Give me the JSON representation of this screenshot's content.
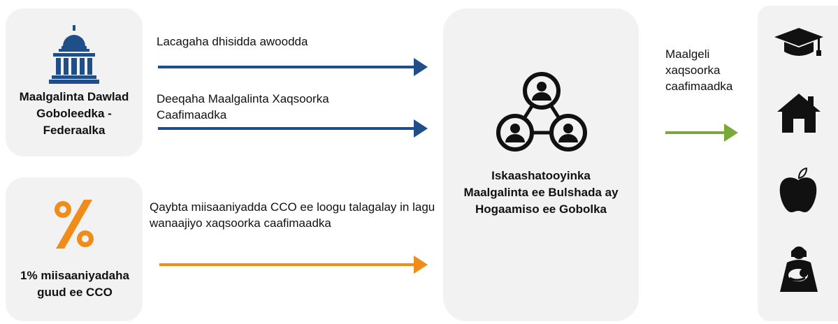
{
  "funders": {
    "federal": {
      "label": "Maalgalinta Dawlad Goboleedka - Federaalka",
      "icon": "capitol-building-icon",
      "color": "#1f4e89"
    },
    "cco": {
      "label": "1% miisaaniyadaha guud ee CCO",
      "icon": "percent-icon",
      "color": "#f08c1a"
    }
  },
  "flows": {
    "lacagaha": {
      "label": "Lacagaha dhisidda awoodda",
      "color": "#1f4e89"
    },
    "deeqaha": {
      "label": "Deeqaha Maalgalinta Xaqsoorka Caafimaadka",
      "color": "#1f4e89"
    },
    "qaybta": {
      "label": "Qaybta miisaaniyadda CCO ee loogu talagalay in lagu wanaajiyo xaqsoorka caafimaadka",
      "color": "#f08c1a"
    },
    "maalgeli": {
      "label": "Maalgeli xaqsoorka caafimaadka",
      "color": "#7aa83a"
    }
  },
  "center": {
    "label": "Iskaashatooyinka Maalgalinta ee Bulshada ay Hogaamiso ee Gobolka",
    "icon": "collaborative-network-icon"
  },
  "outcomes": [
    {
      "icon": "graduation-cap-icon"
    },
    {
      "icon": "house-icon"
    },
    {
      "icon": "apple-icon"
    },
    {
      "icon": "mother-child-icon"
    }
  ]
}
